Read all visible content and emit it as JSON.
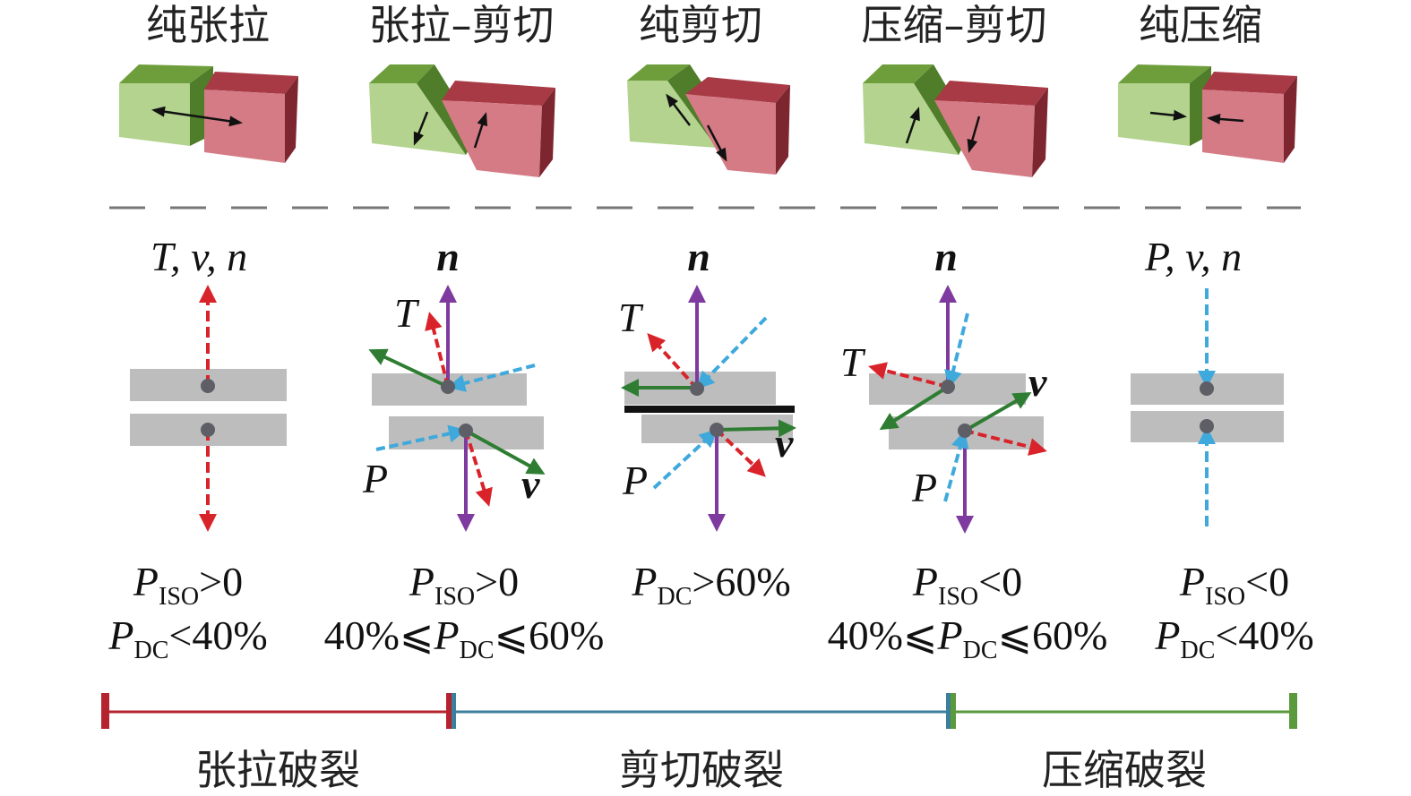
{
  "modes": [
    {
      "title": "纯张拉",
      "vec_label": "T, v, n",
      "cond1": {
        "sym": "P",
        "sub": "ISO",
        "rel": ">0"
      },
      "cond2": {
        "pre": "",
        "sym": "P",
        "sub": "DC",
        "rel": "<40%"
      }
    },
    {
      "title": "张拉–剪切",
      "vec_label": "n",
      "cond1": {
        "sym": "P",
        "sub": "ISO",
        "rel": ">0"
      },
      "cond2": {
        "pre": "40%⩽",
        "sym": "P",
        "sub": "DC",
        "rel": "⩽60%"
      }
    },
    {
      "title": "纯剪切",
      "vec_label": "n",
      "cond1": {
        "sym": "P",
        "sub": "DC",
        "rel": ">60%"
      }
    },
    {
      "title": "压缩–剪切",
      "vec_label": "n",
      "cond1": {
        "sym": "P",
        "sub": "ISO",
        "rel": "<0"
      },
      "cond2": {
        "pre": "40%⩽",
        "sym": "P",
        "sub": "DC",
        "rel": "⩽60%"
      }
    },
    {
      "title": "纯压缩",
      "vec_label": "P, v, n",
      "cond1": {
        "sym": "P",
        "sub": "ISO",
        "rel": "<0"
      },
      "cond2": {
        "pre": "",
        "sym": "P",
        "sub": "DC",
        "rel": "<40%"
      }
    }
  ],
  "vector_symbols": {
    "T": "T",
    "P": "P",
    "v": "v"
  },
  "categories": [
    {
      "label": "张拉破裂",
      "color": "#b5232e"
    },
    {
      "label": "剪切破裂",
      "color": "#3b7f9c"
    },
    {
      "label": "压缩破裂",
      "color": "#5a9a3c"
    }
  ],
  "colors": {
    "T": "#d9232a",
    "n": "#7e3a9e",
    "v": "#2e7d32",
    "P": "#3fa9dc"
  }
}
